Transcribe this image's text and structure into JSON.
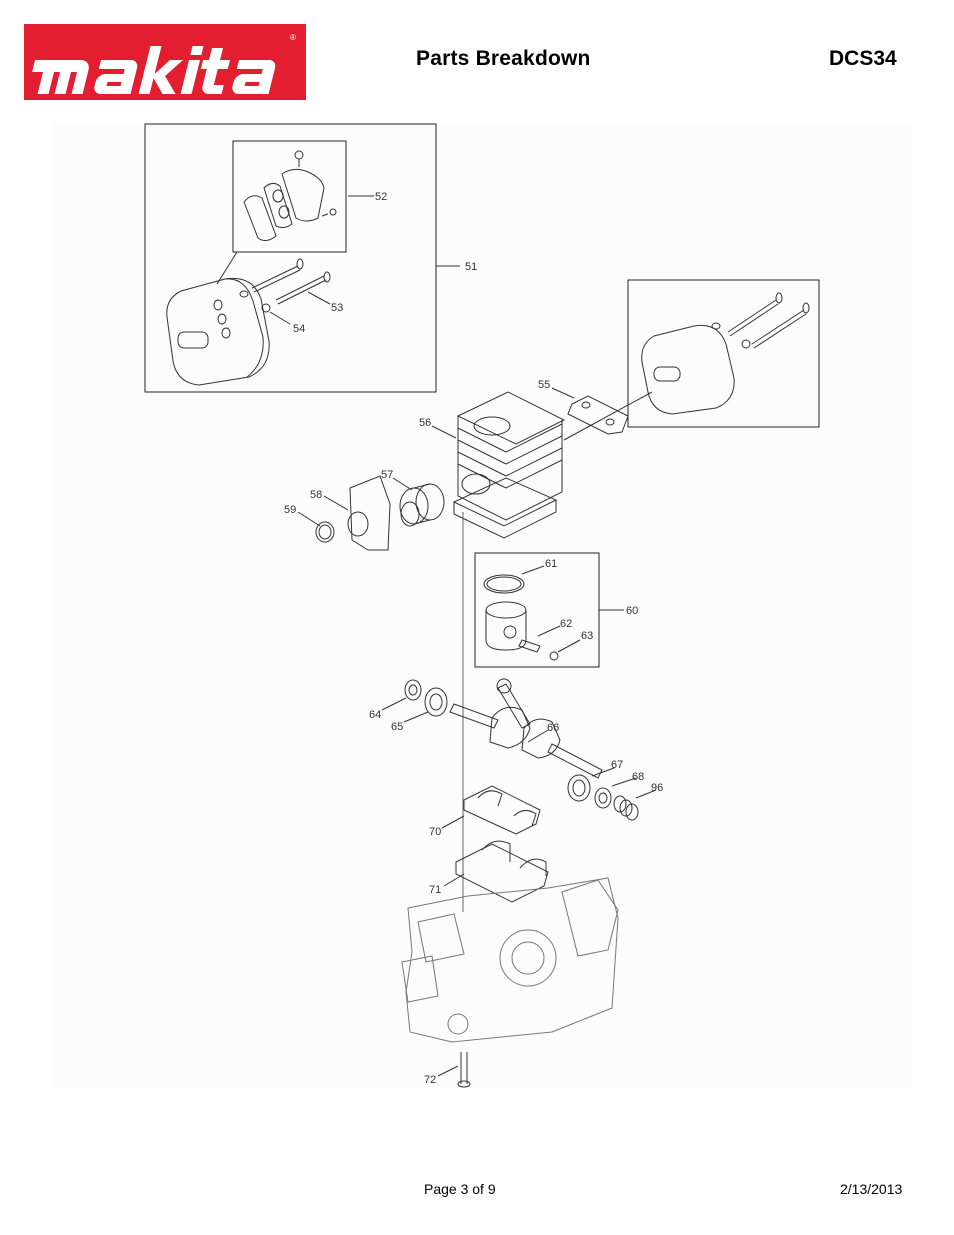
{
  "header": {
    "brand": "makita",
    "registered_mark": "®",
    "title": "Parts Breakdown",
    "model": "DCS34"
  },
  "colors": {
    "brand_red": "#e31e30",
    "line": "#333333"
  },
  "diagram": {
    "callouts": [
      "51",
      "52",
      "53",
      "54",
      "55",
      "56",
      "57",
      "58",
      "59",
      "60",
      "61",
      "62",
      "63",
      "64",
      "65",
      "66",
      "67",
      "68",
      "96",
      "70",
      "71",
      "72"
    ]
  },
  "footer": {
    "page": "Page 3 of 9",
    "date": "2/13/2013"
  }
}
